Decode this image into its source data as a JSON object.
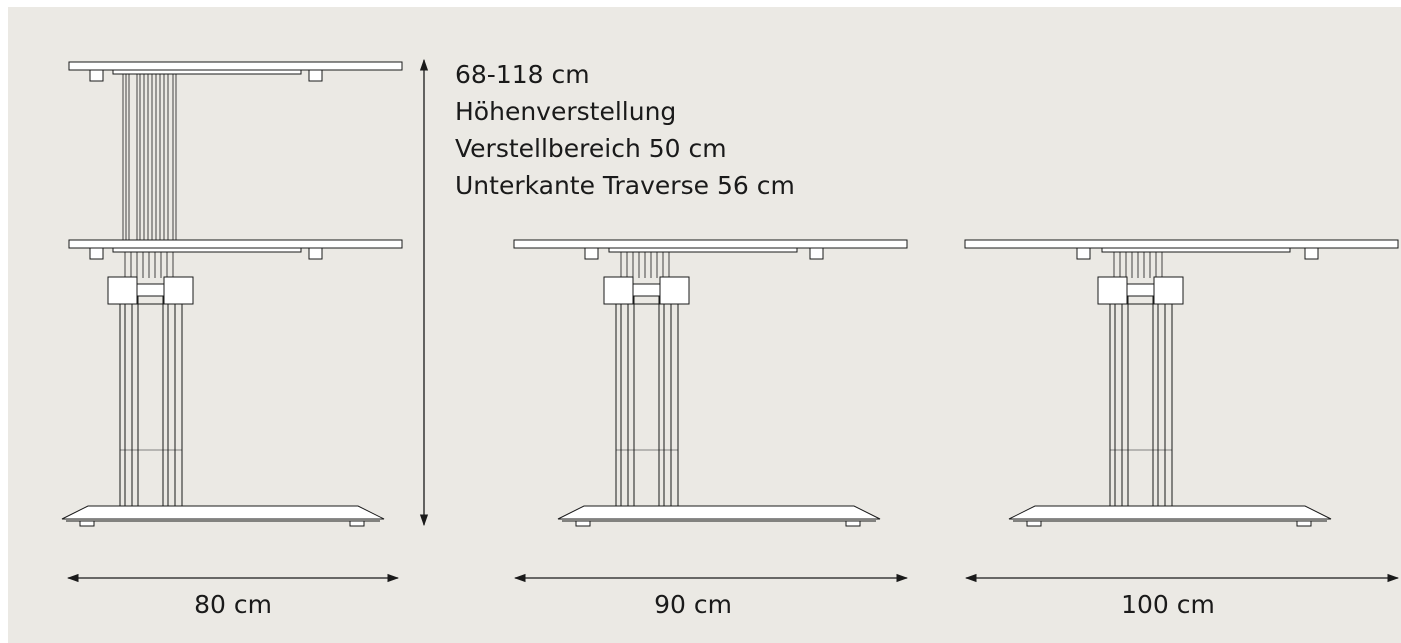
{
  "height_spec": {
    "lines": [
      "68-118 cm",
      "Höhenverstellung",
      "Verstellbereich 50 cm",
      "Unterkante Traverse 56 cm"
    ]
  },
  "widths": [
    "80 cm",
    "90 cm",
    "100 cm"
  ],
  "colors": {
    "background": "#ebe9e4",
    "line": "#1a1a1a",
    "fill": "#ffffff"
  }
}
